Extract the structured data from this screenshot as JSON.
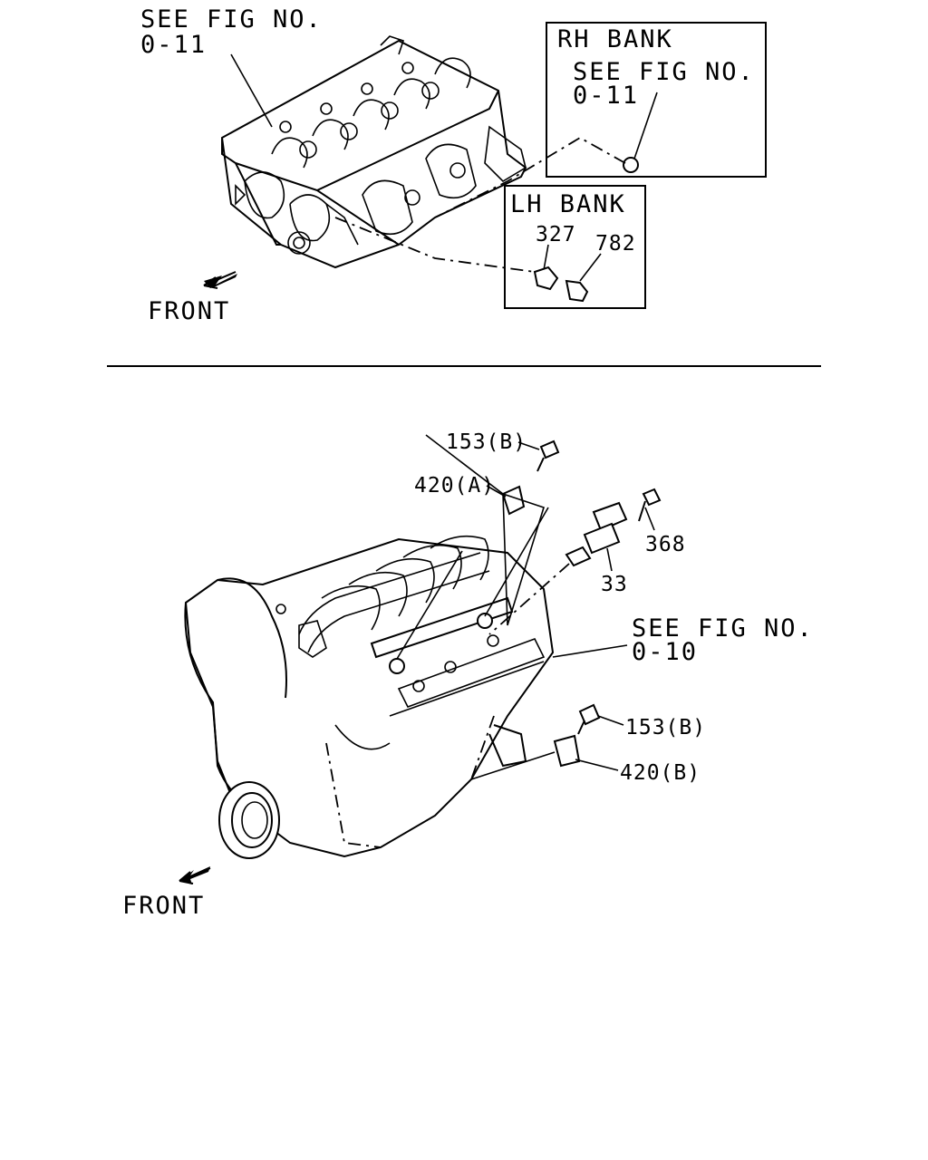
{
  "top_figure": {
    "see_fig_ref_1": "SEE FIG NO.",
    "see_fig_ref_2": "0-11",
    "rh_bank": {
      "title": "RH BANK",
      "see_fig_1": "SEE FIG NO.",
      "see_fig_2": "0-11"
    },
    "lh_bank": {
      "title": "LH BANK",
      "part_a": "327",
      "part_b": "782"
    },
    "front_label": "FRONT"
  },
  "bottom_figure": {
    "part_153b_top": "153(B)",
    "part_420a": "420(A)",
    "part_368": "368",
    "part_33": "33",
    "see_fig_1": "SEE FIG NO.",
    "see_fig_2": "0-10",
    "part_153b_bottom": "153(B)",
    "part_420b": "420(B)",
    "front_label": "FRONT"
  }
}
